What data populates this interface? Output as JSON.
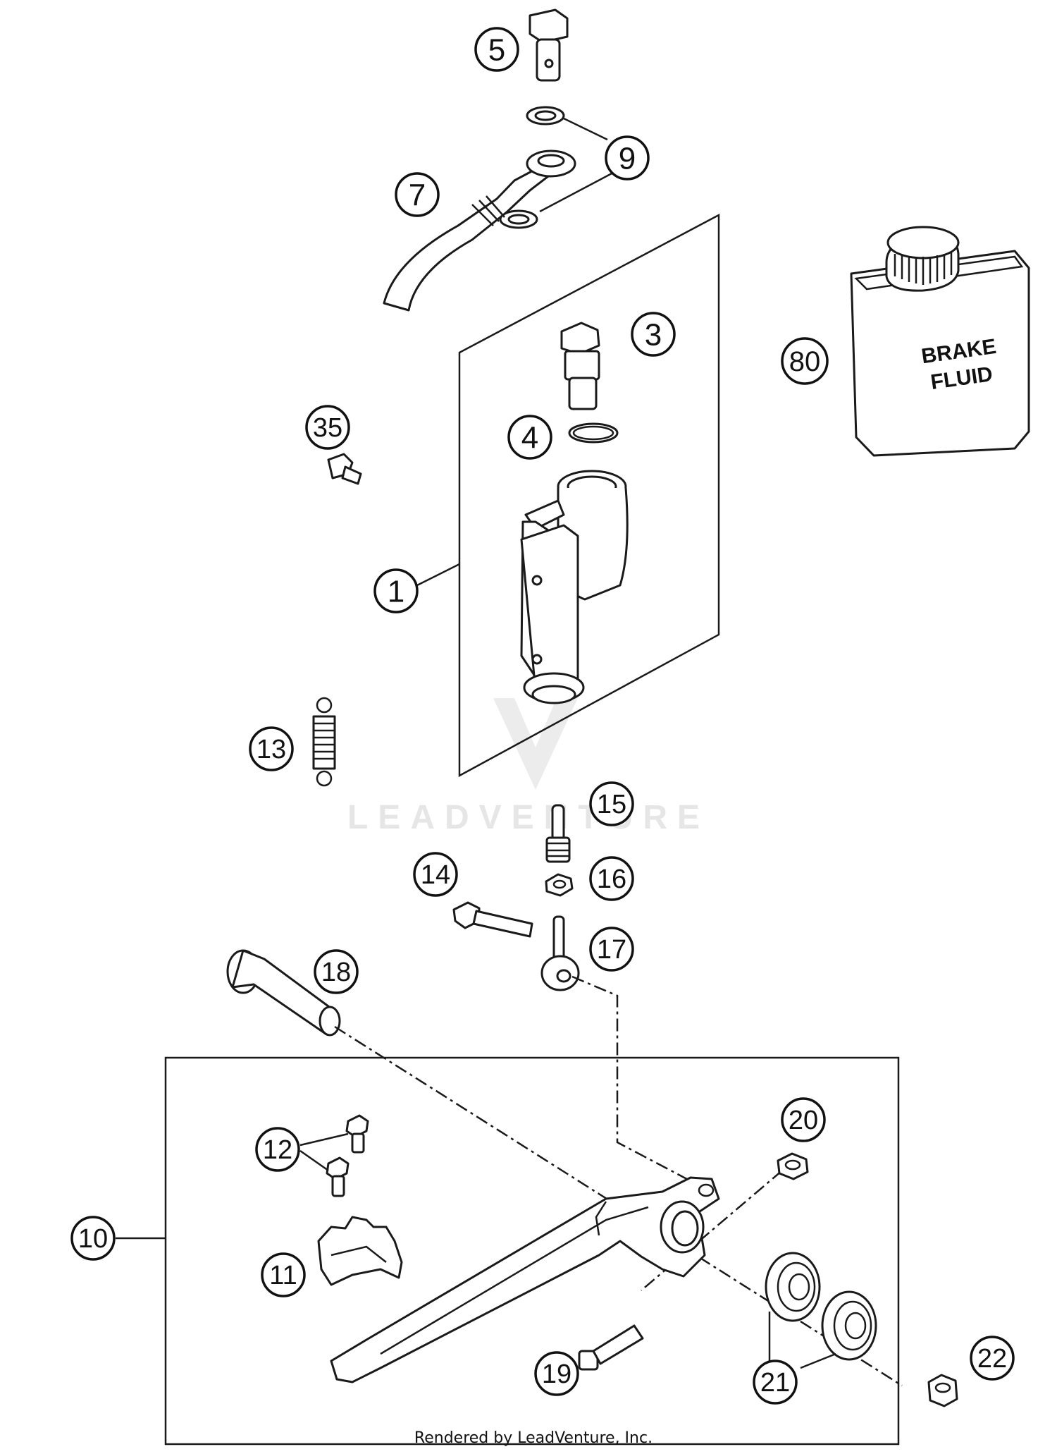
{
  "callouts": {
    "c5": "5",
    "c9": "9",
    "c7": "7",
    "c3": "3",
    "c80": "80",
    "c35": "35",
    "c4": "4",
    "c1": "1",
    "c13": "13",
    "c15": "15",
    "c14": "14",
    "c16": "16",
    "c17": "17",
    "c18": "18",
    "c20": "20",
    "c12": "12",
    "c10": "10",
    "c11": "11",
    "c19": "19",
    "c21": "21",
    "c22": "22"
  },
  "brake_fluid": {
    "line1": "BRAKE",
    "line2": "FLUID"
  },
  "watermark": "LEADVENTURE",
  "footer": "Rendered by LeadVenture, Inc."
}
